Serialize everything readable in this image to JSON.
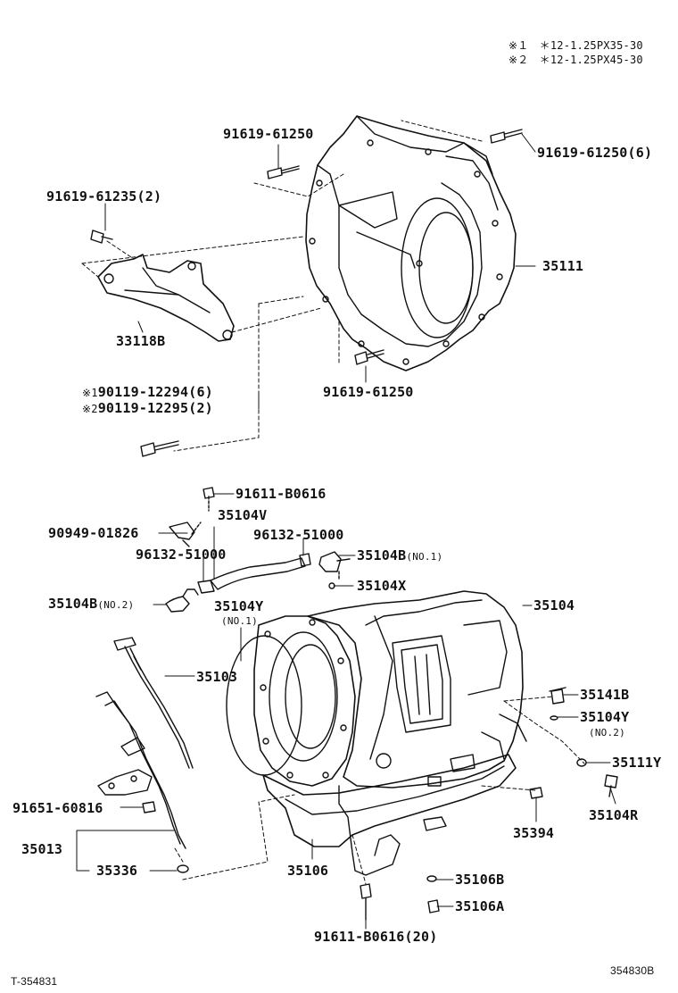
{
  "notes": {
    "note1": "※１　＊12-1.25PX35-30",
    "note2": "※２　＊12-1.25PX45-30"
  },
  "footer": {
    "left_id": "T-354831",
    "right_id": "354830B"
  },
  "parts": {
    "bolt_top": "91619-61250",
    "bolt_top_right": "91619-61250(6)",
    "bolt_left": "91619-61235(2)",
    "housing": "35111",
    "bracket": "33118B",
    "bolt_bottom": "91619-61250",
    "bolt_long_1_mark": "※1",
    "bolt_long_1": "90119-12294(6)",
    "bolt_long_2_mark": "※2",
    "bolt_long_2": "90119-12295(2)",
    "union_bolt": "91611-B0616",
    "clamp": "90949-01826",
    "hose": "35104V",
    "clip_left": "96132-51000",
    "clip_right": "96132-51000",
    "elbow_no1": "35104B",
    "elbow_no1_sub": "(NO.1)",
    "oring_x": "35104X",
    "elbow_no2": "35104B",
    "elbow_no2_sub": "(NO.2)",
    "case": "35104",
    "gasket": "35104Y",
    "gasket_sub": "(NO.1)",
    "dipstick": "35103",
    "plug": "35141B",
    "oring_y2": "35104Y",
    "oring_y2_sub": "(NO.2)",
    "oring_111y": "35111Y",
    "plug_r": "35104R",
    "bolt_tube": "91651-60816",
    "tube": "35013",
    "oring_tube": "35336",
    "magnet": "35394",
    "pan": "35106",
    "gasket_pan": "35106B",
    "drain_plug": "35106A",
    "bolt_pan": "91611-B0616(20)"
  },
  "colors": {
    "ink": "#111111",
    "background": "#ffffff"
  }
}
